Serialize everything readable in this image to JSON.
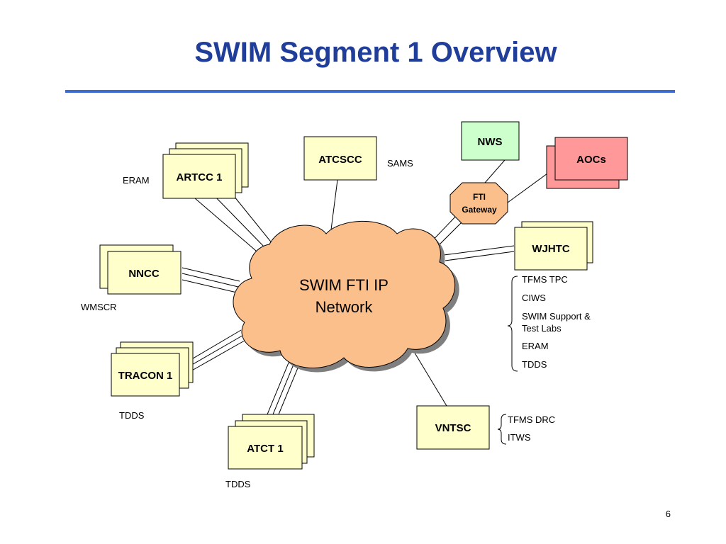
{
  "title": "SWIM Segment 1 Overview",
  "page_number": "6",
  "cloud": {
    "line1": "SWIM FTI IP",
    "line2": "Network"
  },
  "nodes": {
    "artcc": "ARTCC 1",
    "atcscc": "ATCSCC",
    "nws": "NWS",
    "aocs": "AOCs",
    "fti_gateway": {
      "line1": "FTI",
      "line2": "Gateway"
    },
    "wjhtc": "WJHTC",
    "nncc": "NNCC",
    "tracon": "TRACON 1",
    "atct": "ATCT 1",
    "vntsc": "VNTSC"
  },
  "annotations": {
    "eram": "ERAM",
    "sams": "SAMS",
    "wmscr": "WMSCR",
    "tracon_tdds": "TDDS",
    "atct_tdds": "TDDS"
  },
  "wjhtc_list": [
    "TFMS TPC",
    "CIWS",
    "SWIM Support &",
    "Test Labs",
    "ERAM",
    "TDDS"
  ],
  "vntsc_list": [
    "TFMS DRC",
    "ITWS"
  ],
  "colors": {
    "title": "#1f3d99",
    "rule": "#3e6ccd",
    "box_fill": "#ffffcc",
    "cloud_fill": "#fbbf8c",
    "nws_fill": "#ccffcc",
    "aocs_fill": "#ff9999",
    "gateway_fill": "#fbbf8c"
  }
}
